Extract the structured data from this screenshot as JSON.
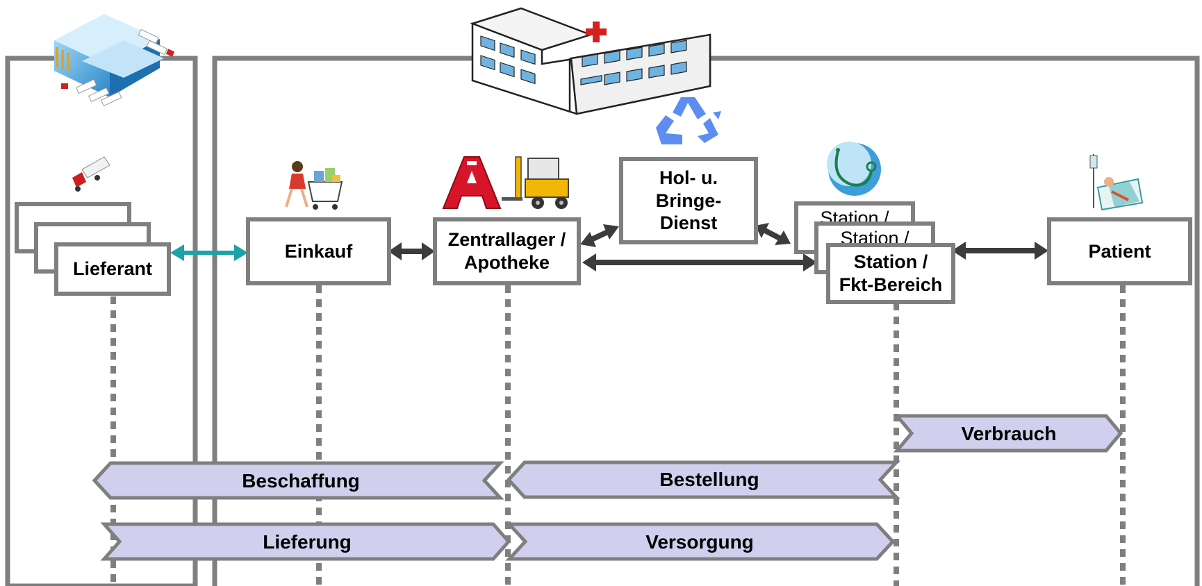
{
  "nodes": {
    "lieferant": "Lieferant",
    "einkauf": "Einkauf",
    "zentrallager_line1": "Zentrallager /",
    "zentrallager_line2": "Apotheke",
    "hol_line1": "Hol- u.",
    "hol_line2": "Bringe-",
    "hol_line3": "Dienst",
    "station_line1": "Station /",
    "station_line2": "Fkt-Bereich",
    "patient": "Patient"
  },
  "processes": {
    "verbrauch": "Verbrauch",
    "beschaffung": "Beschaffung",
    "bestellung": "Bestellung",
    "lieferung": "Lieferung",
    "versorgung": "Versorgung"
  },
  "colors": {
    "frame": "#7f7f7f",
    "band_fill": "#d0d0ee",
    "arrow_dark": "#3c3c3c",
    "arrow_teal": "#1ba3a9"
  },
  "icons": [
    "warehouse-icon",
    "hospital-icon",
    "truck-icon",
    "shopper-icon",
    "pharmacy-icon",
    "forklift-icon",
    "recycle-icon",
    "stethoscope-icon",
    "patient-bed-icon"
  ]
}
